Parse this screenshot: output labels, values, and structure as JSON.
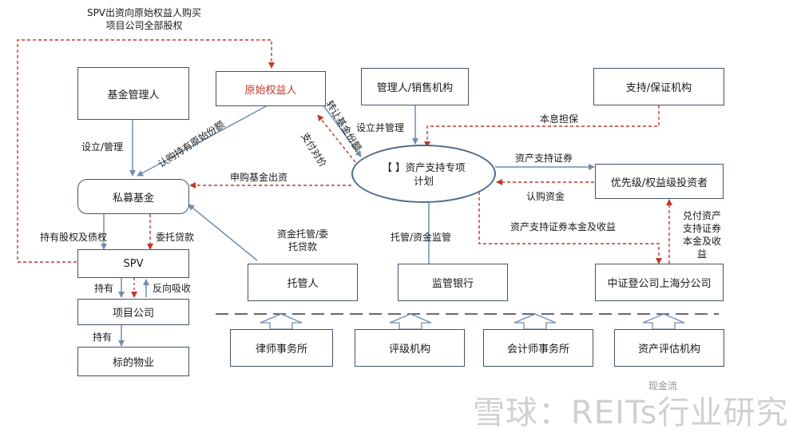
{
  "nodes": {
    "fund_manager": "基金管理人",
    "original_holder": "原始权益人",
    "manager_sales": "管理人/销售机构",
    "guarantor": "支持/保证机构",
    "private_fund": "私募基金",
    "abs_plan": "【 】资产支持专项计划",
    "investors": "优先级/权益级投资者",
    "spv": "SPV",
    "custodian": "托管人",
    "supervising_bank": "监管银行",
    "csdc": "中证登公司上海分公司",
    "project_company": "项目公司",
    "target_property": "标的物业",
    "law_firm": "律师事务所",
    "rating_agency": "评级机构",
    "accounting_firm": "会计师事务所",
    "appraisal_agency": "资产评估机构"
  },
  "labels": {
    "spv_buy": "SPV出资向原始权益人购买项目公司全部股权",
    "setup_manage": "设立/管理",
    "subscribe_original": "认购持有原始份额",
    "transfer_fund_share": "转让基金份额",
    "pay_price": "支付对价",
    "setup_and_manage": "设立并管理",
    "interest_guarantee": "本息担保",
    "abs_securities": "资产支持证券",
    "subscription_funds": "认购资金",
    "subscribe_fund_contribution": "申购基金出资",
    "fund_custody_loan": "资金托管/委托贷款",
    "custody_supervision": "托管/资金监管",
    "abs_principal_income": "资产支持证券本金及收益",
    "pay_abs_principal": "兑付资产支持证券本金及收益",
    "hold_equity_debt": "持有股权及债权",
    "entrusted_loan": "委托贷款",
    "hold_1": "持有",
    "reverse_absorb": "反向吸收",
    "hold_2": "持有"
  },
  "watermark": {
    "main": "雪球：REITs行业研究",
    "small": "现金流"
  }
}
